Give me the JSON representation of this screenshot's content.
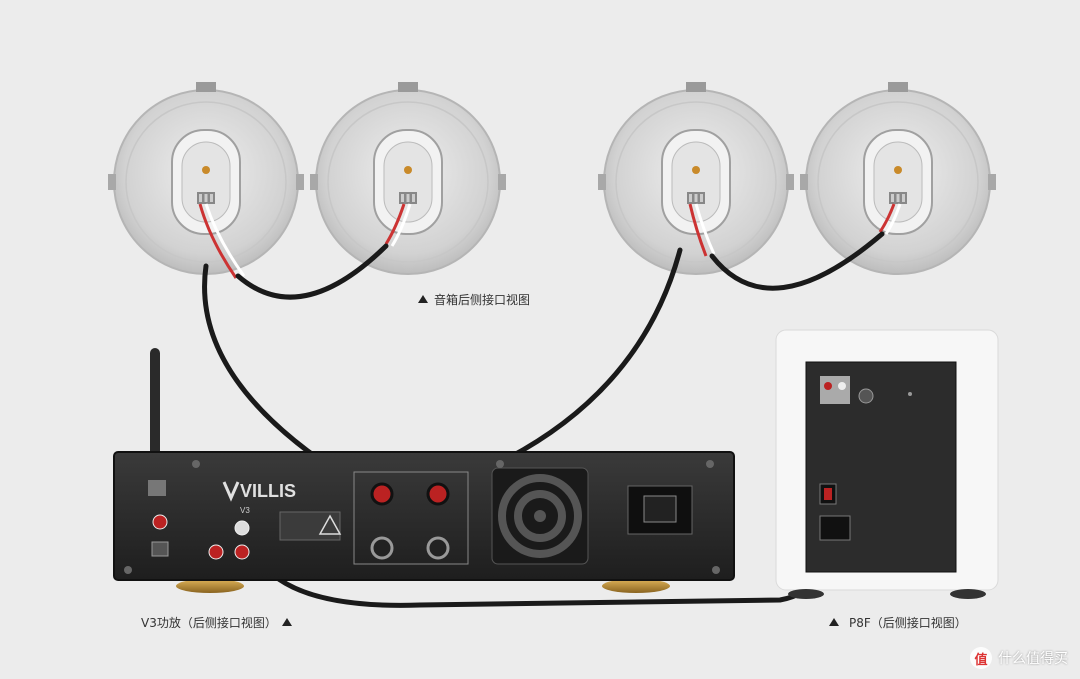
{
  "labels": {
    "speaker_view": "音箱后侧接口视图",
    "amp_view": "V3功放（后侧接口视图）",
    "sub_view": "P8F（后侧接口视图）"
  },
  "amplifier": {
    "brand": "VILLIS",
    "model": "V3"
  },
  "watermark": {
    "logo_char": "值",
    "text": "什么值得买"
  },
  "colors": {
    "background": "#ececec",
    "amp_body": "#2a2a2a",
    "speaker_body": "#d4d4d4",
    "cable": "#1a1a1a",
    "sub_body": "#f7f7f7"
  }
}
